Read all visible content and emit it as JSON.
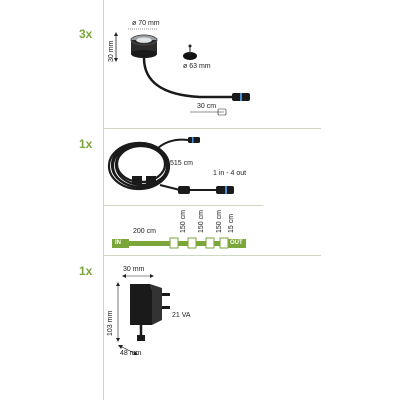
{
  "sections": [
    {
      "quantity": "3x",
      "labels": {
        "diameter_top": "ø 70 mm",
        "height": "30 mm",
        "diameter_hole": "ø 63 mm",
        "cable": "30 cm"
      }
    },
    {
      "quantity": "1x",
      "labels": {
        "length": "515 cm",
        "splitter": "1 in - 4 out"
      }
    },
    {
      "labels": {
        "in": "IN",
        "out": "OUT",
        "seg1": "200 cm",
        "seg2": "150 cm",
        "seg3": "150 cm",
        "seg4": "150 cm",
        "seg5": "15 cm"
      }
    },
    {
      "quantity": "1x",
      "labels": {
        "width": "30 mm",
        "height": "103 mm",
        "depth": "48 mm",
        "power": "21 VA"
      }
    }
  ],
  "colors": {
    "accent": "#7aa63a",
    "divider": "#cfd6c4",
    "product": "#1a1a1a",
    "connector_ring": "#4a8fd6"
  }
}
